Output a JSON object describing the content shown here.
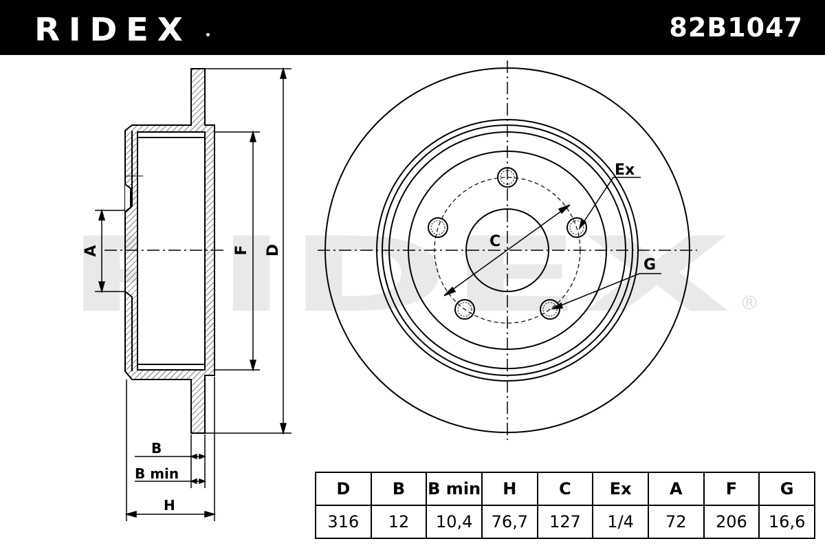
{
  "header": {
    "brand": "RIDEX",
    "part_number": "82B1047"
  },
  "watermark": {
    "text": "RIDEX",
    "registered": "®"
  },
  "side_view_labels": {
    "A": "A",
    "F": "F",
    "D": "D",
    "B": "B",
    "B_min": "B min",
    "H": "H"
  },
  "front_view_labels": {
    "C": "C",
    "Ex": "Ex",
    "G": "G"
  },
  "spec_table": {
    "headers": [
      "D",
      "B",
      "B min",
      "H",
      "C",
      "Ex",
      "A",
      "F",
      "G"
    ],
    "values": [
      "316",
      "12",
      "10,4",
      "76,7",
      "127",
      "1/4",
      "72",
      "206",
      "16,6"
    ]
  }
}
